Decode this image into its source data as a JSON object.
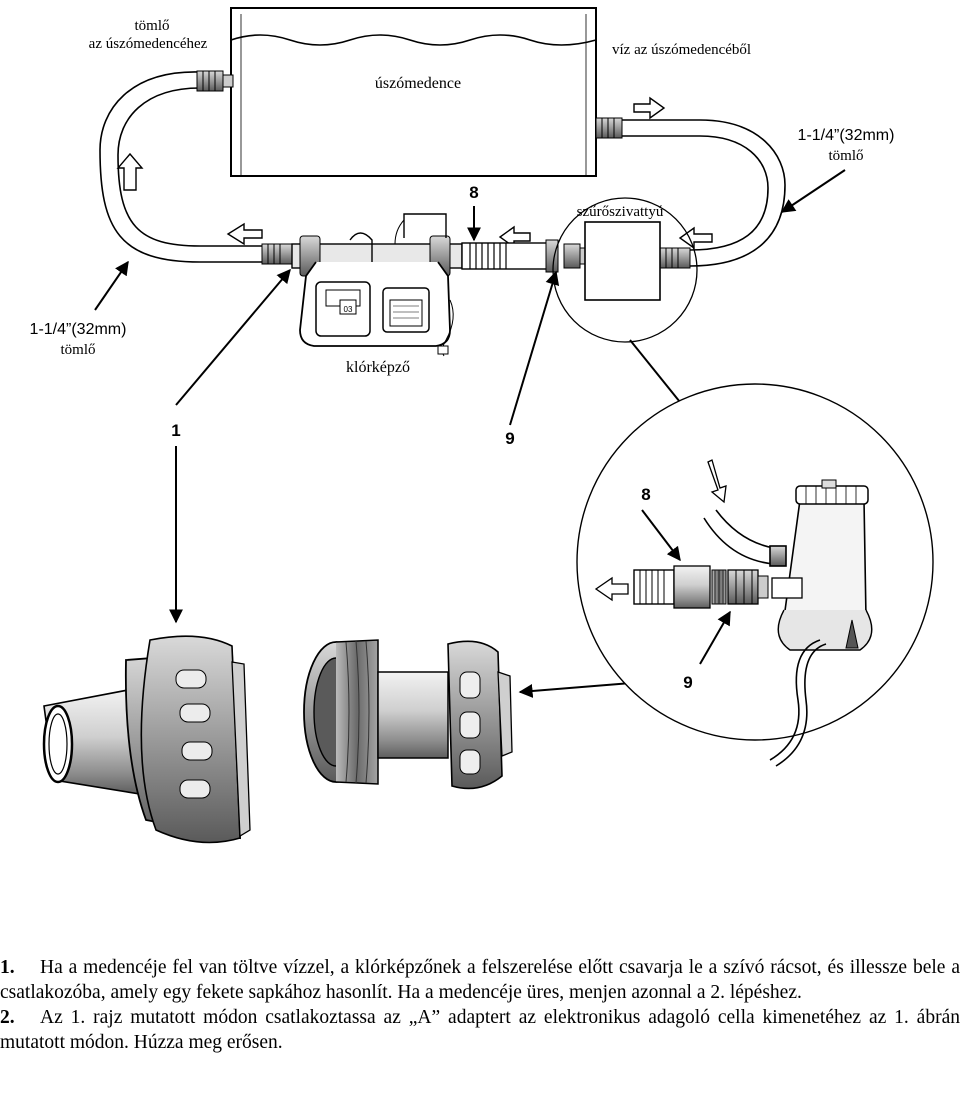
{
  "labels": {
    "hose_to_pool": [
      "tömlő",
      "az úszómedencéhez"
    ],
    "water_from_pool": "víz az úszómedencéből",
    "pool": "úszómedence",
    "hose_size_right": [
      "1-1/4”(32mm)",
      "tömlő"
    ],
    "hose_size_left": [
      "1-1/4”(32mm)",
      "tömlő"
    ],
    "filter_pump": "szűrőszivattyú",
    "chlorinator": "klórképző",
    "part_8_top": "8",
    "part_8_detail": "8",
    "part_1": "1",
    "part_9_main": "9",
    "part_9_detail": "9",
    "display_readout": "03"
  },
  "instructions": [
    {
      "number": "1.",
      "text": "Ha a medencéje fel van töltve vízzel, a klórképzőnek a felszerelése előtt csavarja le a szívó rácsot, és illessze bele a csatlakozóba, amely egy fekete sapkához hasonlít. Ha a medencéje üres, menjen azonnal a 2. lépéshez."
    },
    {
      "number": "2.",
      "text": "Az 1. rajz mutatott módon csatlakoztassa az „A” adaptert az elektronikus adagoló cella kimenetéhez az 1. ábrán mutatott módon. Húzza meg erősen."
    }
  ]
}
